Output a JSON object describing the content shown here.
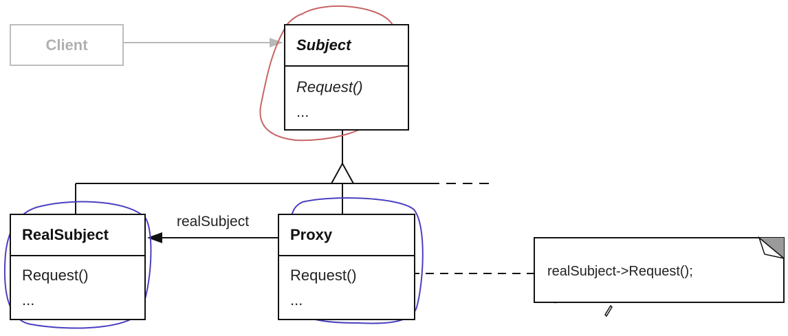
{
  "client": {
    "label": "Client"
  },
  "subject": {
    "name": "Subject",
    "ops": [
      "Request()",
      "..."
    ]
  },
  "real_subject": {
    "name": "RealSubject",
    "ops": [
      "Request()",
      "..."
    ]
  },
  "proxy": {
    "name": "Proxy",
    "ops": [
      "Request()",
      "..."
    ]
  },
  "association": {
    "label": "realSubject"
  },
  "note": {
    "text": "realSubject->Request();"
  },
  "colors": {
    "annotation_red": "#c86464",
    "annotation_blue": "#4a3fc0",
    "client_gray": "#b8b8b8"
  }
}
